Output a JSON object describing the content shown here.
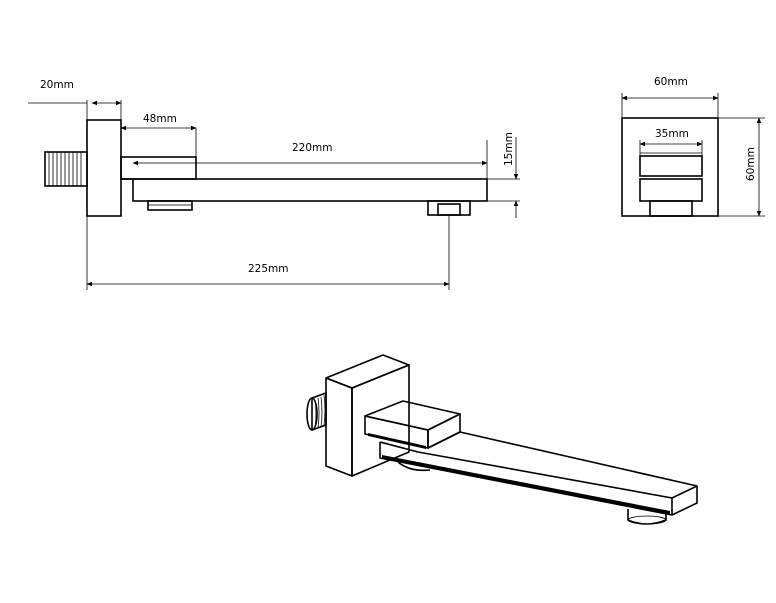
{
  "dimensions": {
    "flange_depth": "20mm",
    "body_length": "48mm",
    "spout_length": "220mm",
    "spout_height": "15mm",
    "total_length": "225mm",
    "plate_width": "60mm",
    "body_width": "35mm",
    "plate_height": "60mm"
  }
}
